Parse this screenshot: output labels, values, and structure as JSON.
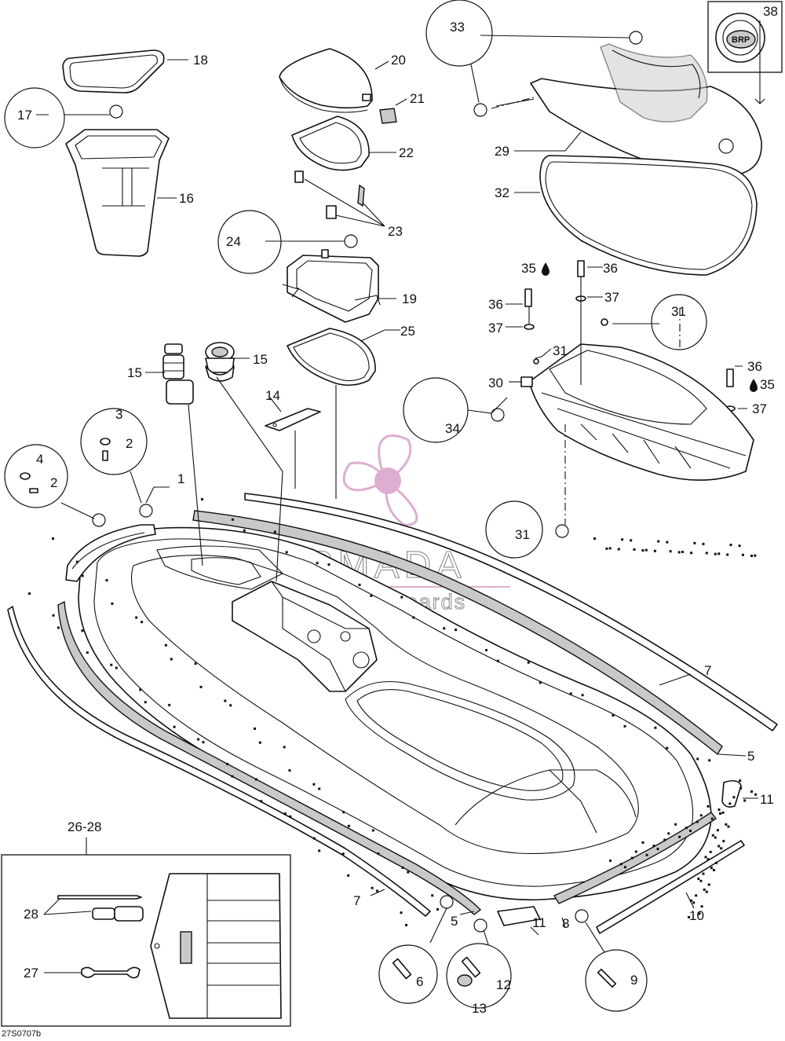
{
  "diagram": {
    "callouts": {
      "c1": "1",
      "c2a": "2",
      "c2b": "2",
      "c3": "3",
      "c4": "4",
      "c5a": "5",
      "c5b": "5",
      "c6": "6",
      "c7a": "7",
      "c7b": "7",
      "c8": "8",
      "c9": "9",
      "c10": "10",
      "c11a": "11",
      "c11b": "11",
      "c12": "12",
      "c13": "13",
      "c14": "14",
      "c15a": "15",
      "c15b": "15",
      "c16": "16",
      "c17": "17",
      "c18": "18",
      "c19": "19",
      "c20": "20",
      "c21": "21",
      "c22": "22",
      "c23": "23",
      "c24": "24",
      "c25": "25",
      "c2628": "26-28",
      "c27": "27",
      "c28": "28",
      "c29": "29",
      "c30": "30",
      "c31a": "31",
      "c31b": "31",
      "c31c": "31",
      "c32": "32",
      "c33": "33",
      "c34": "34",
      "c35a": "35",
      "c35b": "35",
      "c36a": "36",
      "c36b": "36",
      "c36c": "36",
      "c37a": "37",
      "c37b": "37",
      "c37c": "37",
      "c38": "38"
    },
    "reference_code": "27S0707b",
    "watermark": {
      "brand": "ARMADA",
      "tagline": "marine outboards",
      "accent_color": "#d9a0c8",
      "accent_dark": "#c06aa8"
    },
    "logo_text": "BRP"
  }
}
